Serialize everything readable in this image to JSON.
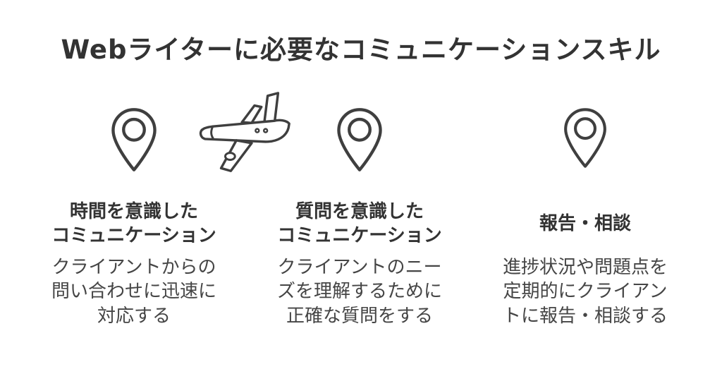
{
  "title": "Webライターに必要なコミュニケーションスキル",
  "decoration": {
    "icon": "airplane-icon"
  },
  "columns": [
    {
      "icon": "map-pin-icon",
      "heading": "時間を意識した\nコミュニケーション",
      "body": "クライアントからの\n問い合わせに迅速に\n対応する"
    },
    {
      "icon": "map-pin-icon",
      "heading": "質問を意識した\nコミュニケーション",
      "body": "クライアントのニー\nズを理解するために\n正確な質問をする"
    },
    {
      "icon": "map-pin-icon",
      "heading": "報告・相談",
      "body": "進捗状況や問題点を\n定期的にクライアン\nトに報告・相談する"
    }
  ],
  "colors": {
    "background": "#ffffff",
    "title": "#333333",
    "heading": "#333333",
    "body": "#454545",
    "outline": "#3f3f3f"
  }
}
